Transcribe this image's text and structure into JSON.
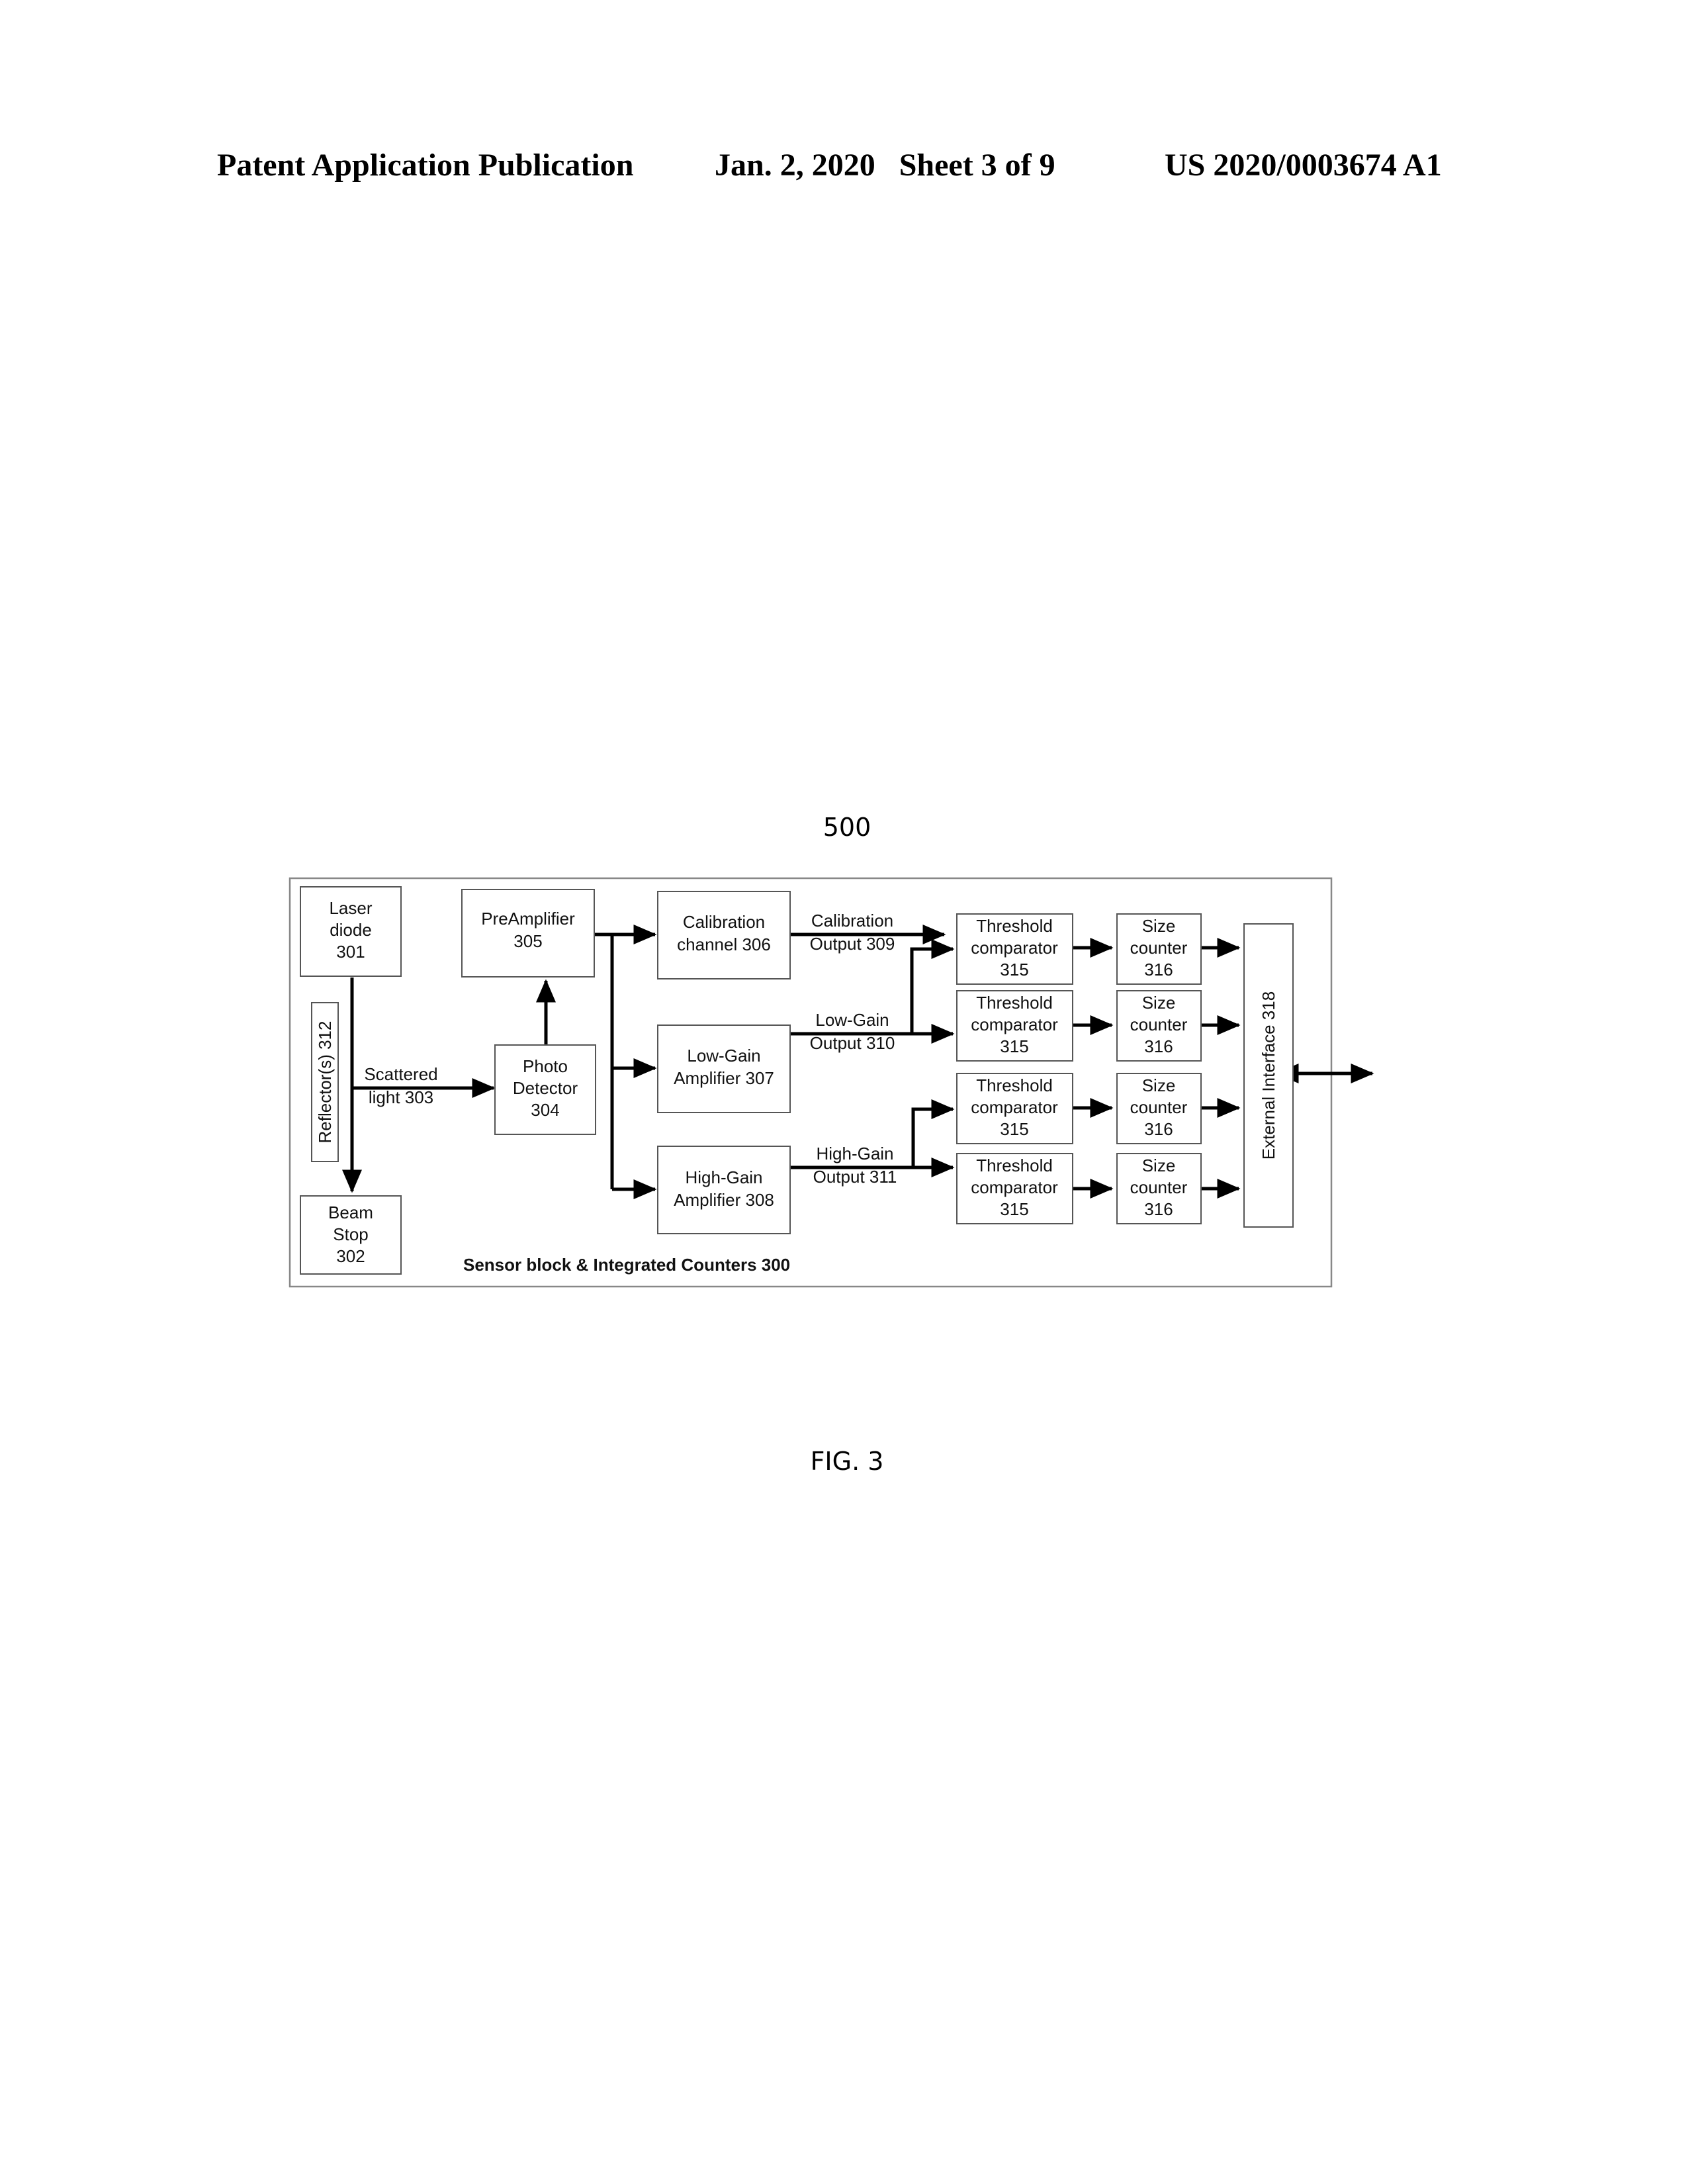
{
  "header": {
    "publication": "Patent Application Publication",
    "date_sheet": "Jan. 2, 2020   Sheet 3 of 9",
    "number": "US 2020/0003674 A1"
  },
  "figure": {
    "ref_number": "500",
    "caption": "FIG. 3",
    "frame_label": "Sensor block & Integrated Counters 300"
  },
  "blocks": {
    "laser": [
      "Laser",
      "diode",
      "301"
    ],
    "beam_stop": [
      "Beam",
      "Stop",
      "302"
    ],
    "reflector": "Reflector(s) 312",
    "preamp": [
      "PreAmplifier",
      "305"
    ],
    "photo": [
      "Photo",
      "Detector",
      "304"
    ],
    "calib": [
      "Calibration",
      "channel 306"
    ],
    "lowgain": [
      "Low-Gain",
      "Amplifier 307"
    ],
    "highgain": [
      "High-Gain",
      "Amplifier 308"
    ],
    "threshold": [
      "Threshold",
      "comparator",
      "315"
    ],
    "size": [
      "Size",
      "counter",
      "316"
    ],
    "ext": "External Interface 318"
  },
  "signals": {
    "scattered": [
      "Scattered",
      "light 303"
    ],
    "calib_out": [
      "Calibration",
      "Output 309"
    ],
    "low_out": [
      "Low-Gain",
      "Output 310"
    ],
    "high_out": [
      "High-Gain",
      "Output 311"
    ]
  }
}
